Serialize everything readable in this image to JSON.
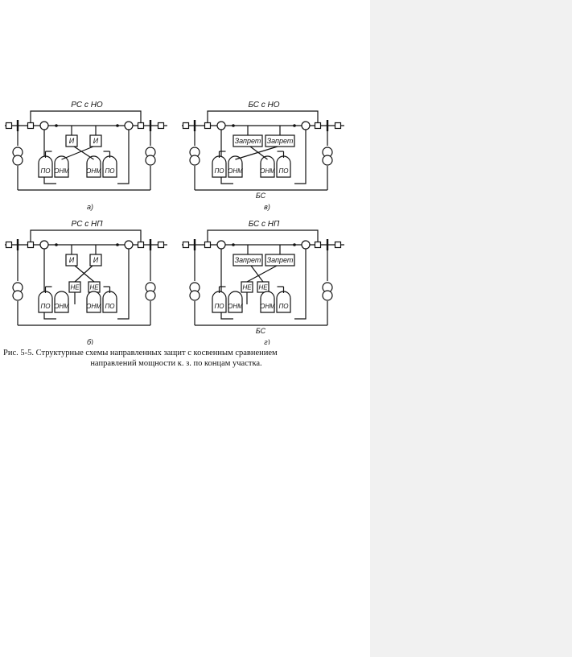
{
  "figure": {
    "panels": [
      {
        "id": "a",
        "title": "РС с НО",
        "sub_label": "а)",
        "block_label": "И",
        "gate_label": "",
        "center_label": "",
        "relays": [
          "ПО",
          "ОНМ",
          "ОНМ",
          "ПО"
        ]
      },
      {
        "id": "v",
        "title": "БС с НО",
        "sub_label": "в)",
        "block_label": "Запрет",
        "gate_label": "",
        "center_label": "БС",
        "relays": [
          "ПО",
          "ОНМ",
          "ОНМ",
          "ПО"
        ]
      },
      {
        "id": "b",
        "title": "РС с НП",
        "sub_label": "б)",
        "block_label": "И",
        "gate_label": "НЕ",
        "center_label": "",
        "relays": [
          "ПО",
          "ОНМ",
          "ОНМ",
          "ПО"
        ]
      },
      {
        "id": "g",
        "title": "БС с НП",
        "sub_label": "г)",
        "block_label": "Запрет",
        "gate_label": "НЕ",
        "center_label": "БС",
        "relays": [
          "ПО",
          "ОНМ",
          "ОНМ",
          "ПО"
        ]
      }
    ]
  },
  "caption": {
    "line1": "Рис. 5-5. Структурные схемы направленных защит с косвенным сравнением",
    "line2": "направлений мощности к. з. по концам участка."
  },
  "colors": {
    "ink": "#111111",
    "side_panel": "#f1f1f1",
    "page": "#ffffff"
  }
}
